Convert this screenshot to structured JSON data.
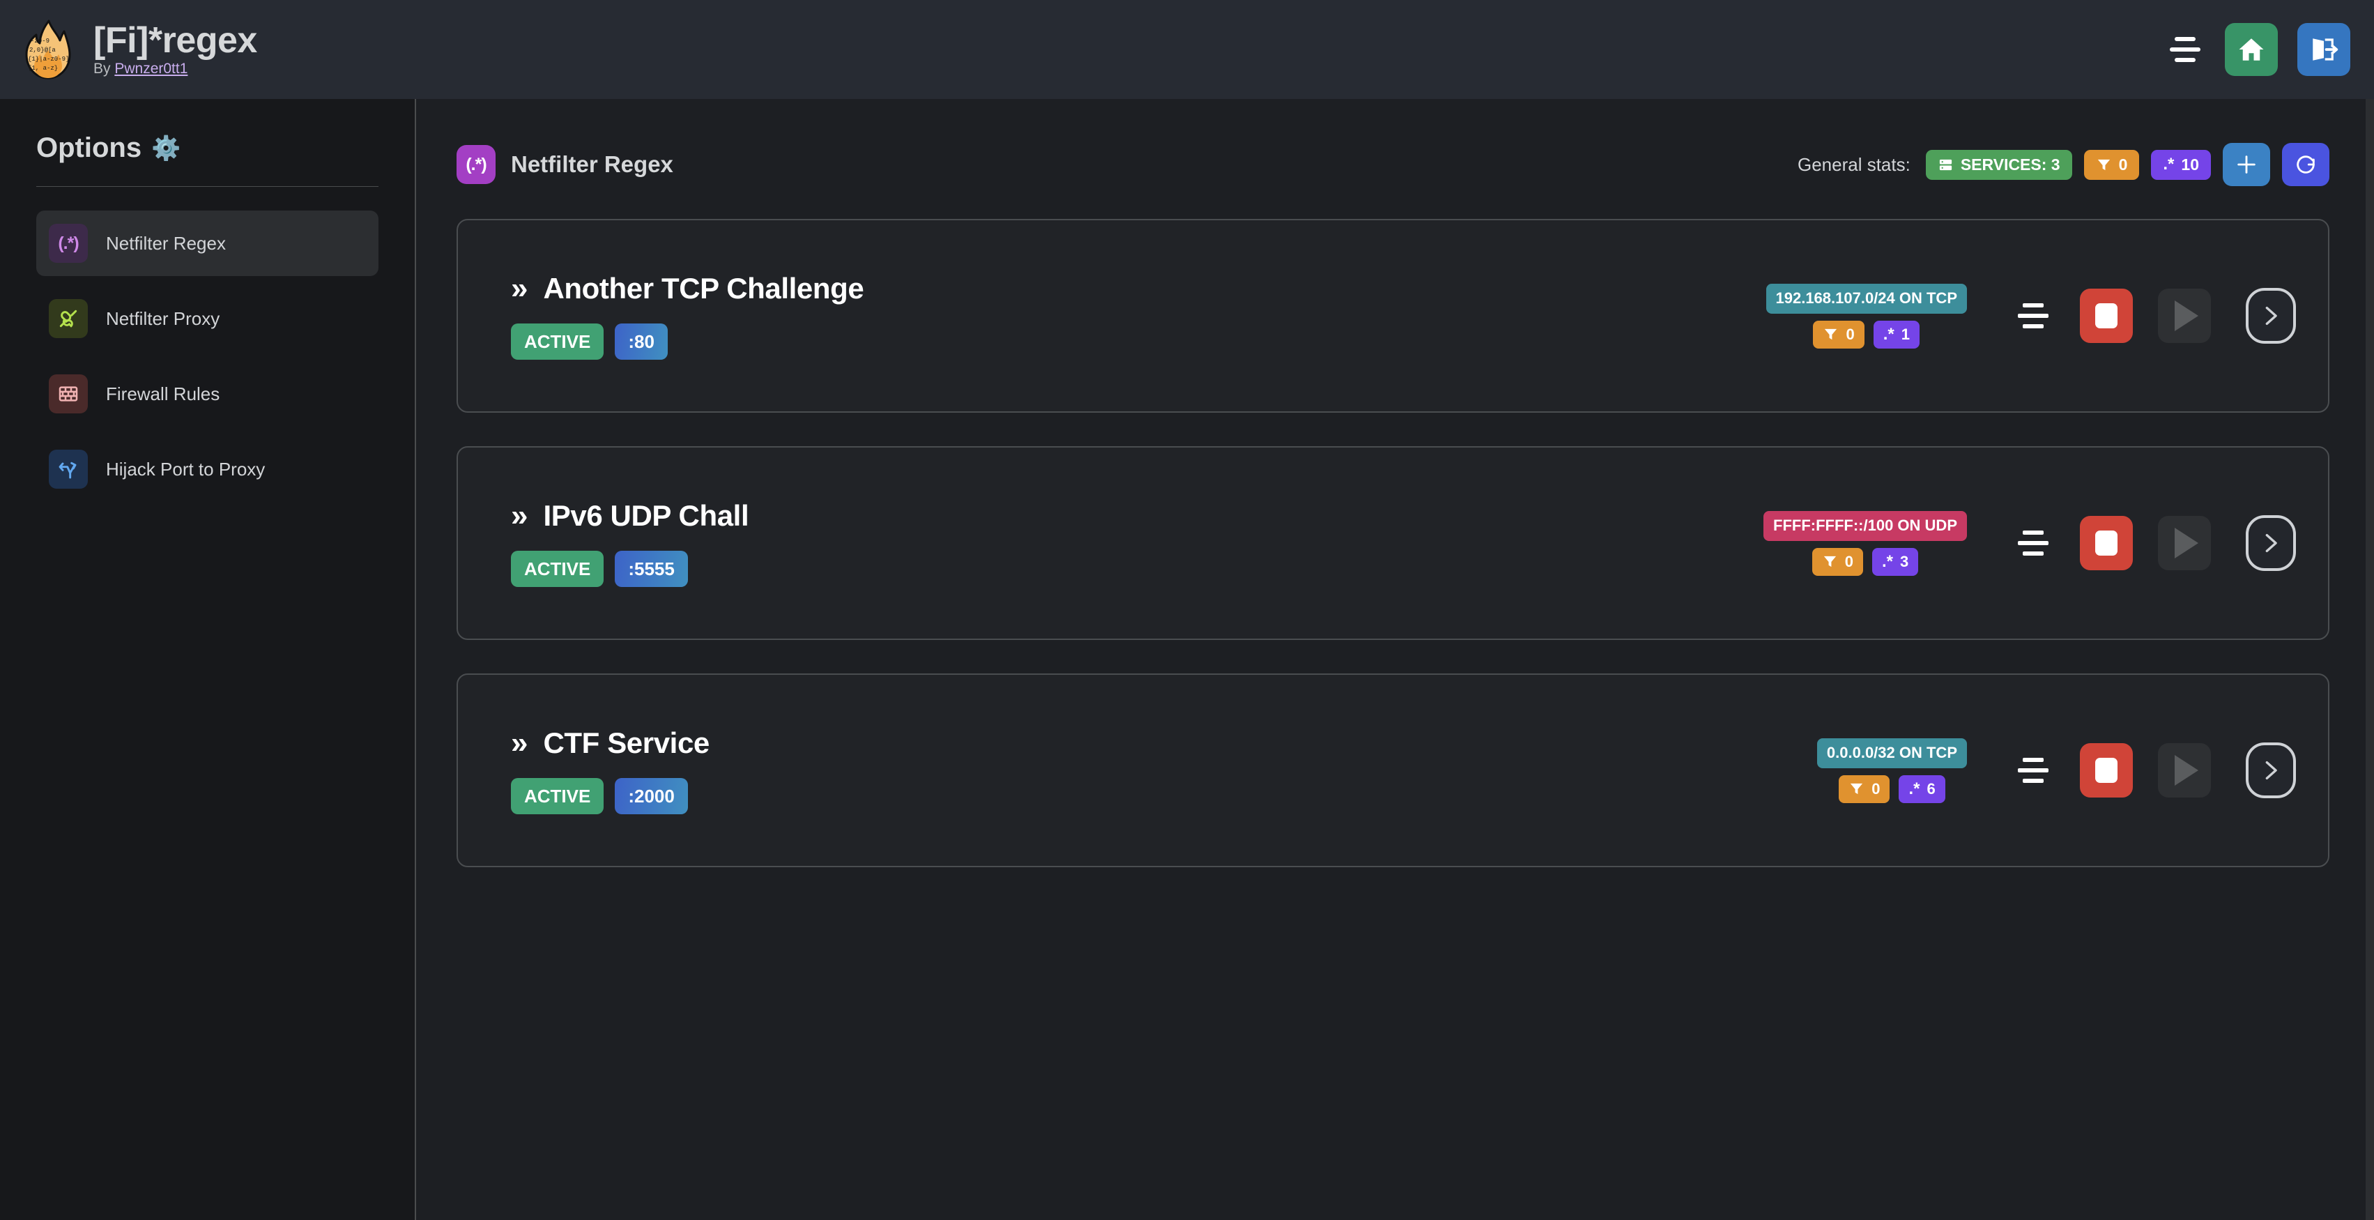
{
  "header": {
    "app_title": "[Fi]*regex",
    "by_prefix": "By ",
    "author": "Pwnzer0tt1",
    "menu_icon": "hamburger-icon",
    "home_icon": "home-icon",
    "logout_icon": "logout-icon"
  },
  "sidebar": {
    "heading": "Options",
    "gear": "⚙️",
    "items": [
      {
        "label": "Netfilter Regex",
        "icon": "regex-icon",
        "active": true
      },
      {
        "label": "Netfilter Proxy",
        "icon": "plug-icon",
        "active": false
      },
      {
        "label": "Firewall Rules",
        "icon": "brick-wall-icon",
        "active": false
      },
      {
        "label": "Hijack Port to Proxy",
        "icon": "branch-icon",
        "active": false
      }
    ]
  },
  "main": {
    "page_icon_text": "(.*)",
    "page_title": "Netfilter Regex",
    "stats_label": "General stats:",
    "stats": {
      "services_label": "SERVICES: 3",
      "filter_count": "0",
      "regex_star": ".*",
      "regex_count": "10"
    },
    "add_button": "+",
    "refresh_button": "refresh-icon"
  },
  "services": [
    {
      "chevron": "»",
      "name": "Another TCP Challenge",
      "status": "ACTIVE",
      "port": ":80",
      "network": "192.168.107.0/24 ON TCP",
      "network_proto": "tcp",
      "filter_count": "0",
      "regex_star": ".*",
      "regex_count": "1",
      "stop_button": "stop-icon",
      "play_button": "play-icon",
      "details_button": "chevron-right-icon"
    },
    {
      "chevron": "»",
      "name": "IPv6 UDP Chall",
      "status": "ACTIVE",
      "port": ":5555",
      "network": "FFFF:FFFF::/100 ON UDP",
      "network_proto": "udp",
      "filter_count": "0",
      "regex_star": ".*",
      "regex_count": "3",
      "stop_button": "stop-icon",
      "play_button": "play-icon",
      "details_button": "chevron-right-icon"
    },
    {
      "chevron": "»",
      "name": "CTF Service",
      "status": "ACTIVE",
      "port": ":2000",
      "network": "0.0.0.0/32 ON TCP",
      "network_proto": "tcp",
      "filter_count": "0",
      "regex_star": ".*",
      "regex_count": "6",
      "stop_button": "stop-icon",
      "play_button": "play-icon",
      "details_button": "chevron-right-icon"
    }
  ],
  "colors": {
    "accent_purple": "#a33fc4",
    "green": "#4ea05a",
    "orange": "#e0922f",
    "regex_purple": "#7544e8",
    "teal": "#3d8e9b",
    "crimson": "#c73a63",
    "red": "#d04438",
    "blue": "#3b82c4",
    "indigo": "#4a54e0"
  }
}
